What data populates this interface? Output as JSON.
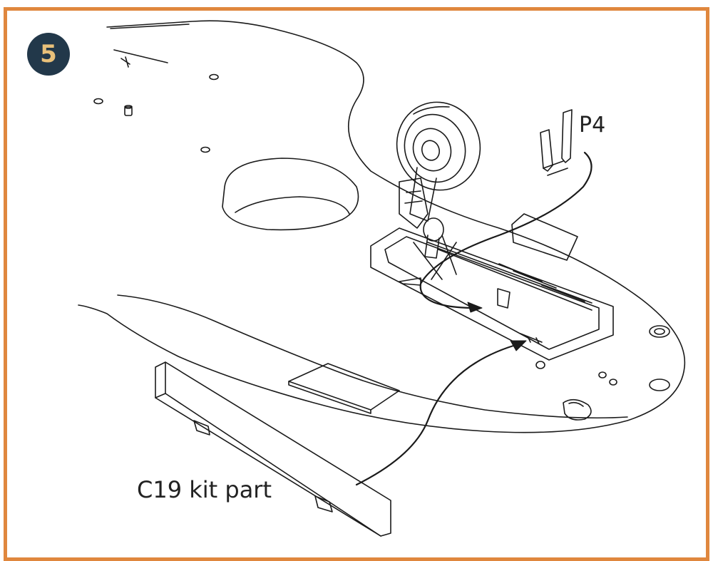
{
  "step": {
    "number": "5"
  },
  "callouts": {
    "photoetch_part": "P4",
    "kit_part": "C19 kit part"
  },
  "colors": {
    "frame": "#e0873e",
    "badge_background": "#22384a",
    "badge_number": "#e8c07a",
    "line_art": "#1a1a1a"
  }
}
